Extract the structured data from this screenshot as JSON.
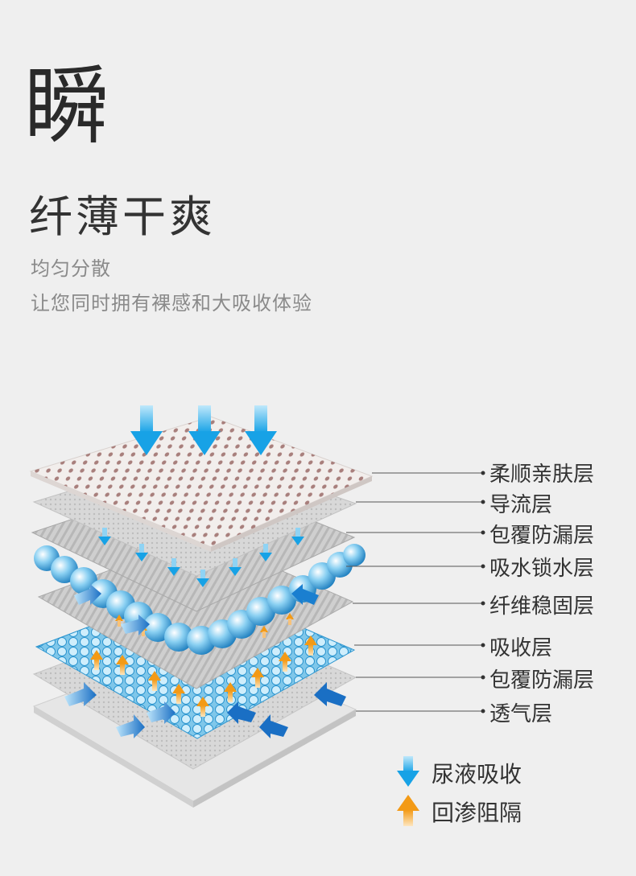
{
  "hero": {
    "char": "瞬",
    "headline": "纤薄干爽",
    "sub1": "均匀分散",
    "sub2": "让您同时拥有裸感和大吸收体验"
  },
  "layers": [
    "柔顺亲肤层",
    "导流层",
    "包覆防漏层",
    "吸水锁水层",
    "纤维稳固层",
    "吸收层",
    "包覆防漏层",
    "透气层"
  ],
  "legend": {
    "absorb": "尿液吸收",
    "block": "回渗阻隔"
  },
  "colors": {
    "blue_arrow": "#1aa4e8",
    "orange_arrow": "#f5a020",
    "top_sheet": "#f2eeec",
    "hole": "#9b6b68"
  }
}
